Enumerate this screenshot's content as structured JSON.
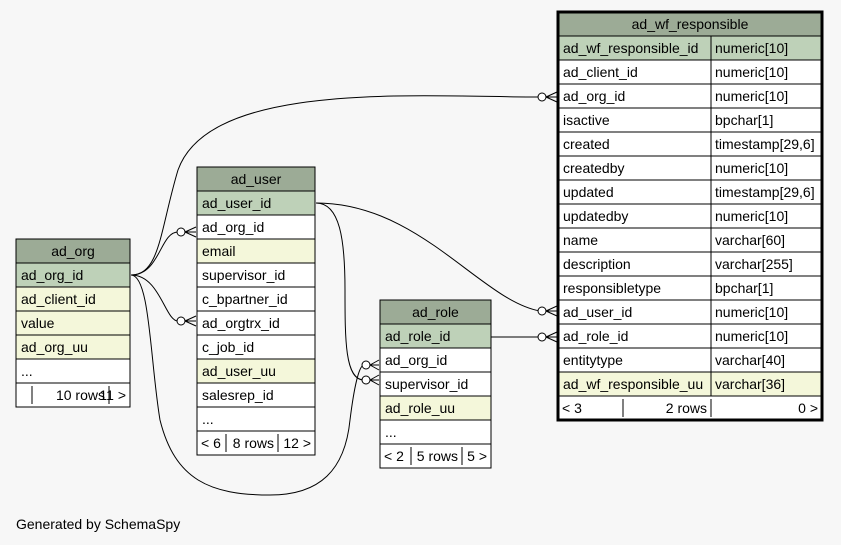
{
  "footer": "Generated by SchemaSpy",
  "tables": {
    "ad_org": {
      "name": "ad_org",
      "columns": [
        {
          "name": "ad_org_id",
          "kind": "pk"
        },
        {
          "name": "ad_client_id",
          "kind": "idx"
        },
        {
          "name": "value",
          "kind": "idx"
        },
        {
          "name": "ad_org_uu",
          "kind": "idx"
        },
        {
          "name": "...",
          "kind": "plain"
        }
      ],
      "footer": {
        "left": "",
        "mid": "10 rows",
        "right": "11 >"
      }
    },
    "ad_user": {
      "name": "ad_user",
      "columns": [
        {
          "name": "ad_user_id",
          "kind": "pk"
        },
        {
          "name": "ad_org_id",
          "kind": "plain"
        },
        {
          "name": "email",
          "kind": "idx"
        },
        {
          "name": "supervisor_id",
          "kind": "plain"
        },
        {
          "name": "c_bpartner_id",
          "kind": "plain"
        },
        {
          "name": "ad_orgtrx_id",
          "kind": "plain"
        },
        {
          "name": "c_job_id",
          "kind": "plain"
        },
        {
          "name": "ad_user_uu",
          "kind": "idx"
        },
        {
          "name": "salesrep_id",
          "kind": "plain"
        },
        {
          "name": "...",
          "kind": "plain"
        }
      ],
      "footer": {
        "left": "< 6",
        "mid": "8 rows",
        "right": "12 >"
      }
    },
    "ad_role": {
      "name": "ad_role",
      "columns": [
        {
          "name": "ad_role_id",
          "kind": "pk"
        },
        {
          "name": "ad_org_id",
          "kind": "plain"
        },
        {
          "name": "supervisor_id",
          "kind": "plain"
        },
        {
          "name": "ad_role_uu",
          "kind": "idx"
        },
        {
          "name": "...",
          "kind": "plain"
        }
      ],
      "footer": {
        "left": "< 2",
        "mid": "5 rows",
        "right": "5 >"
      }
    },
    "ad_wf_responsible": {
      "name": "ad_wf_responsible",
      "columns": [
        {
          "name": "ad_wf_responsible_id",
          "type": "numeric[10]",
          "kind": "pk"
        },
        {
          "name": "ad_client_id",
          "type": "numeric[10]",
          "kind": "plain"
        },
        {
          "name": "ad_org_id",
          "type": "numeric[10]",
          "kind": "plain"
        },
        {
          "name": "isactive",
          "type": "bpchar[1]",
          "kind": "plain"
        },
        {
          "name": "created",
          "type": "timestamp[29,6]",
          "kind": "plain"
        },
        {
          "name": "createdby",
          "type": "numeric[10]",
          "kind": "plain"
        },
        {
          "name": "updated",
          "type": "timestamp[29,6]",
          "kind": "plain"
        },
        {
          "name": "updatedby",
          "type": "numeric[10]",
          "kind": "plain"
        },
        {
          "name": "name",
          "type": "varchar[60]",
          "kind": "plain"
        },
        {
          "name": "description",
          "type": "varchar[255]",
          "kind": "plain"
        },
        {
          "name": "responsibletype",
          "type": "bpchar[1]",
          "kind": "plain"
        },
        {
          "name": "ad_user_id",
          "type": "numeric[10]",
          "kind": "plain"
        },
        {
          "name": "ad_role_id",
          "type": "numeric[10]",
          "kind": "plain"
        },
        {
          "name": "entitytype",
          "type": "varchar[40]",
          "kind": "plain"
        },
        {
          "name": "ad_wf_responsible_uu",
          "type": "varchar[36]",
          "kind": "idx"
        }
      ],
      "footer": {
        "left": "< 3",
        "mid": "2 rows",
        "right": "0 >"
      }
    }
  }
}
